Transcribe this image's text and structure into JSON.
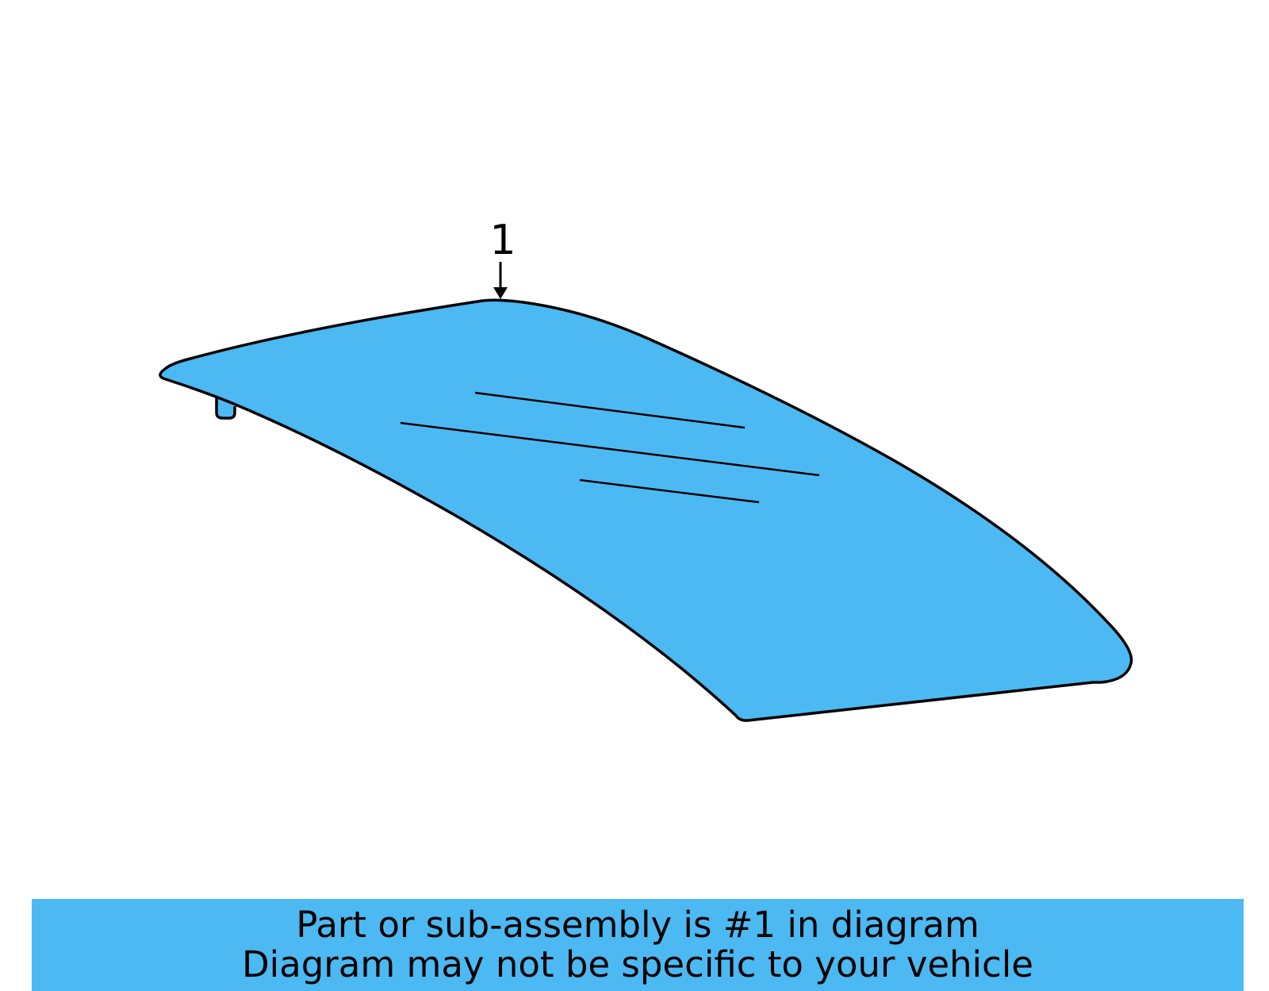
{
  "diagram": {
    "part_name": "glass-panel",
    "fill_color": "#4db9f2",
    "stroke_color": "#000000",
    "callouts": [
      {
        "number": "1"
      }
    ]
  },
  "banner": {
    "background_color": "#4db9f2",
    "line1": "Part or sub-assembly is #1 in diagram",
    "line2": "Diagram may not be specific to your vehicle"
  }
}
